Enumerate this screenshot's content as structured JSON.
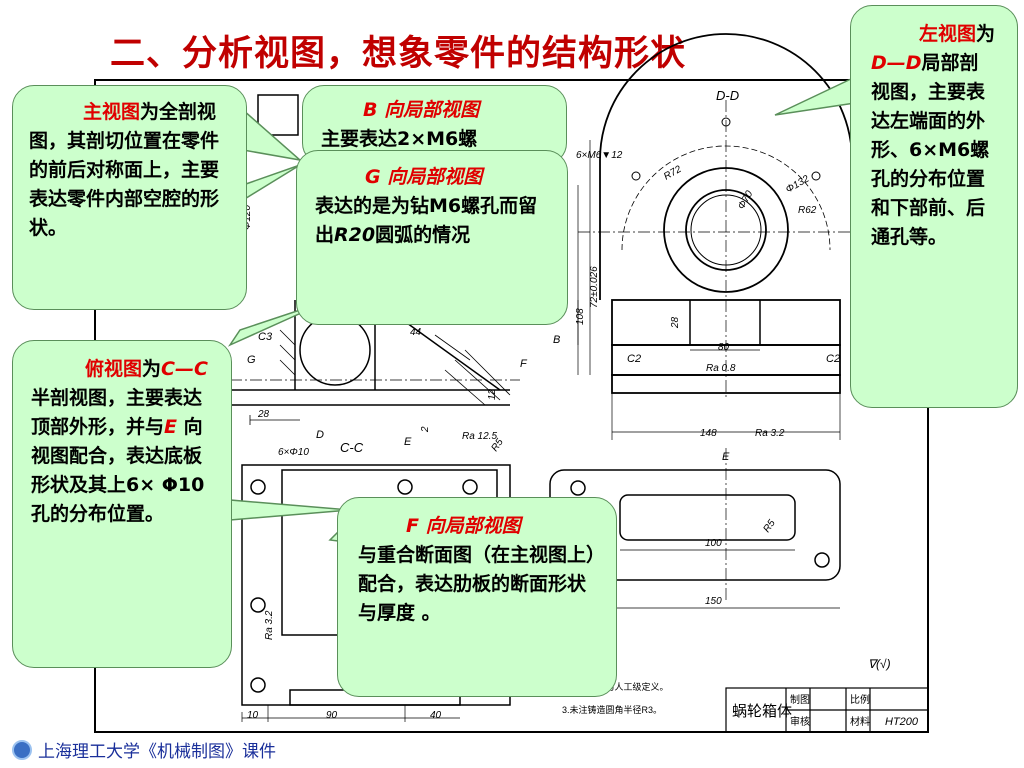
{
  "slide": {
    "title": "二、分析视图，想象零件的结构形状"
  },
  "callouts": {
    "main_view": {
      "heading": "主视图",
      "body": "为全剖视图，其剖切位置在零件的前后对称面上，主要表达零件内部空腔的形状。"
    },
    "b_view": {
      "heading": "B 向局部视图",
      "body": "主要表达2×M6螺"
    },
    "g_view": {
      "heading": "G 向局部视图",
      "body_1": "表达的是为钻M6螺孔而留出",
      "body_r20": "R20",
      "body_2": "圆弧的情况"
    },
    "left_view": {
      "heading": "左视图",
      "body_1": "为",
      "section_label": "D—D",
      "body_2": "局部剖视图，主要表达左端面的外形、6×M6螺孔的分布位置和下部前、后通孔等。"
    },
    "top_view": {
      "heading": "俯视图",
      "body_1": "为",
      "section_label": "C—C",
      "body_2": " 半剖视图，主要表达顶部外形，并与",
      "e_label": "E",
      "body_3": " 向视图配合，表达底板形状及其上6× Φ10孔的分布位置。"
    },
    "f_view": {
      "heading": "F 向局部视图",
      "body": "与重合断面图（在主视图上）配合，表达肋板的断面形状与厚度 。"
    }
  },
  "drawing": {
    "section_dd": "D-D",
    "section_cc": "C-C",
    "label_b": "B",
    "label_g": "G",
    "label_d": "D",
    "label_e": "E",
    "label_e2": "E",
    "label_f": "F",
    "label_c3": "C3",
    "label_c2_left": "C2",
    "label_c2_right": "C2",
    "dim_6xm6": "6×M6▼12",
    "dim_r72": "R72",
    "dim_d132": "Φ132",
    "dim_d70": "Φ70",
    "dim_r62": "R62",
    "dim_72": "72±0.026",
    "dim_108": "108",
    "dim_28": "28",
    "dim_80": "80",
    "dim_148": "148",
    "dim_44": "44",
    "dim_12": "12",
    "dim_2": "2",
    "dim_28b": "28",
    "dim_100": "100",
    "dim_150": "150",
    "dim_10": "10",
    "dim_90": "90",
    "dim_40": "40",
    "dim_6xd10": "6×Φ10",
    "dim_r5": "R5",
    "dim_r5b": "R5",
    "dim_120": "Φ120",
    "rough_08": "Ra 0.8",
    "rough_125": "Ra 12.5",
    "rough_32": "Ra 3.2",
    "rough_32b": "Ra 3.2",
    "rough_general": "∇(√)",
    "note_1": "2.未注圆角为人工级定义。",
    "note_2": "3.未注铸造圆角半径R3。",
    "tb_part": "蜗轮箱体",
    "tb_draw": "制图",
    "tb_check": "审核",
    "tb_scale": "比例",
    "tb_material": "材料",
    "tb_material_val": "HT200"
  },
  "footer": {
    "text": "上海理工大学《机械制图》课件"
  }
}
